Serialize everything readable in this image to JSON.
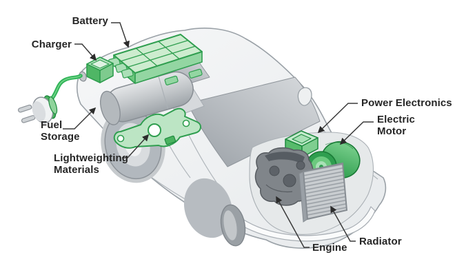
{
  "diagram": {
    "subject": "Plug-in hybrid electric vehicle cutaway diagram",
    "background": "#ffffff",
    "colors": {
      "component_green": "#3aad5a",
      "component_green_dark": "#1f8a3f",
      "component_green_light": "#cdeccf",
      "cable_green": "#2fb457",
      "car_body_gray": "#f0f2f3",
      "car_outline_gray": "#9aa1a7",
      "glass_gray": "#aab0b6",
      "metal_gray": "#c6cacd",
      "engine_gray": "#787d82",
      "label_text": "#262626",
      "leader_line": "#3a3a3a"
    },
    "components": {
      "battery": {
        "label_lines": [
          "Battery"
        ]
      },
      "charger": {
        "label_lines": [
          "Charger"
        ]
      },
      "fuel_storage": {
        "label_lines": [
          "Fuel",
          "Storage"
        ]
      },
      "lightweighting": {
        "label_lines": [
          "Lightweighting",
          "Materials"
        ]
      },
      "power_electronics": {
        "label_lines": [
          "Power Electronics"
        ]
      },
      "electric_motor": {
        "label_lines": [
          "Electric",
          "Motor"
        ]
      },
      "engine": {
        "label_lines": [
          "Engine"
        ]
      },
      "radiator": {
        "label_lines": [
          "Radiator"
        ]
      }
    }
  }
}
